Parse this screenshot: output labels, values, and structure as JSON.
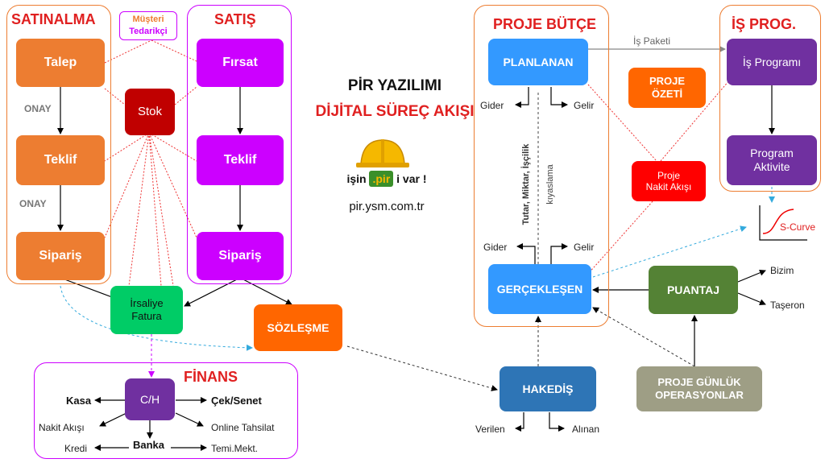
{
  "groups": {
    "satinalma": "SATINALMA",
    "satis": "SATIŞ",
    "finans": "FİNANS",
    "proje_butce": "PROJE BÜTÇE",
    "is_prog": "İŞ PROG."
  },
  "boxes": {
    "talep": "Talep",
    "teklif_left": "Teklif",
    "siparis_left": "Sipariş",
    "stok": "Stok",
    "firsat": "Fırsat",
    "teklif_right": "Teklif",
    "siparis_right": "Sipariş",
    "irsaliye": "İrsaliye\nFatura",
    "sozlesme": "SÖZLEŞME",
    "ch": "C/H",
    "planlanan": "PLANLANAN",
    "gerceklesen": "GERÇEKLEŞEN",
    "proje_ozeti": "PROJE\nÖZETİ",
    "nakit_akisi": "Proje\nNakit Akışı",
    "is_programi": "İş Programı",
    "program_aktivite": "Program\nAktivite",
    "puantaj": "PUANTAJ",
    "proje_gunluk": "PROJE GÜNLÜK\nOPERASYONLAR",
    "hakedis": "HAKEDİŞ"
  },
  "labels": {
    "musteri": "Müşteri",
    "tedarikci": "Tedarikçi",
    "onay1": "ONAY",
    "onay2": "ONAY",
    "kasa": "Kasa",
    "cek_senet": "Çek/Senet",
    "nakit_akisi": "Nakit Akışı",
    "online_tahsilat": "Online Tahsilat",
    "banka": "Banka",
    "kredi": "Kredi",
    "temi_mekt": "Temi.Mekt.",
    "gider_top": "Gider",
    "gelir_top": "Gelir",
    "gider_bottom": "Gider",
    "gelir_bottom": "Gelir",
    "is_paketi": "İş Paketi",
    "tutar": "Tutar, Miktar, İşçilik",
    "kiyaslama": "kıyaslama",
    "bizim": "Bizim",
    "taseron": "Taşeron",
    "verilen": "Verilen",
    "alinan": "Alınan",
    "s_curve": "S-Curve"
  },
  "center": {
    "title": "PİR YAZILIMI",
    "subtitle": "DİJİTAL SÜREÇ AKIŞI",
    "logo_left": "işin",
    "logo_mid": ".pir",
    "logo_right": "i var !",
    "url": "pir.ysm.com.tr"
  },
  "colors": {
    "orange": "#ED7D31",
    "purple": "#CC00FF",
    "red": "#FF0000",
    "blue": "#3399FF",
    "green": "#00CC66"
  }
}
